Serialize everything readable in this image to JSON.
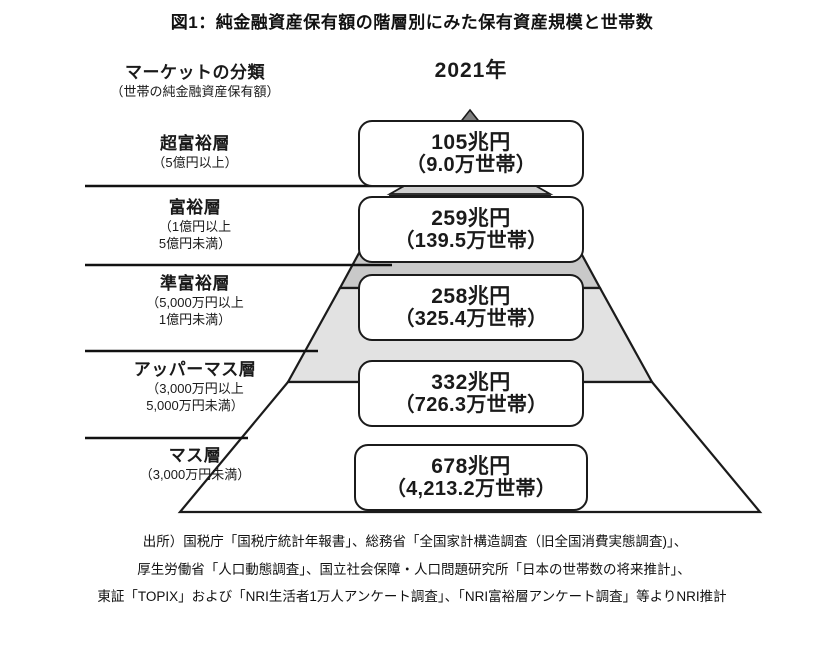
{
  "figure": {
    "title": "図1：純金融資産保有額の階層別にみた保有資産規模と世帯数",
    "year_caption": "2021年"
  },
  "legend": {
    "heading": "マーケットの分類",
    "subheading": "（世帯の純金融資産保有額）"
  },
  "colors": {
    "outline": "#1b1b1b",
    "tier_fill_dark": "#c9c9c9",
    "tier_fill_mid": "#e2e2e2",
    "tier_fill_light": "#ffffff",
    "apex_fill": "#808080",
    "band_fill": "#cfcfcf",
    "text": "#111111"
  },
  "chart_data": {
    "type": "pyramid",
    "title": "図1：純金融資産保有額の階層別にみた保有資産規模と世帯数",
    "year": "2021年",
    "unit_assets": "兆円",
    "unit_households": "万世帯",
    "tiers": [
      {
        "name": "超富裕層",
        "range": "（5億円以上）",
        "assets_label": "105兆円",
        "households_label": "（9.0万世帯）",
        "assets_value": 105,
        "households_value": 9.0
      },
      {
        "name": "富裕層",
        "range": "（1億円以上\n5億円未満）",
        "assets_label": "259兆円",
        "households_label": "（139.5万世帯）",
        "assets_value": 259,
        "households_value": 139.5
      },
      {
        "name": "準富裕層",
        "range": "（5,000万円以上\n1億円未満）",
        "assets_label": "258兆円",
        "households_label": "（325.4万世帯）",
        "assets_value": 258,
        "households_value": 325.4
      },
      {
        "name": "アッパーマス層",
        "range": "（3,000万円以上\n5,000万円未満）",
        "assets_label": "332兆円",
        "households_label": "（726.3万世帯）",
        "assets_value": 332,
        "households_value": 726.3
      },
      {
        "name": "マス層",
        "range": "（3,000万円未満）",
        "assets_label": "678兆円",
        "households_label": "（4,213.2万世帯）",
        "assets_value": 678,
        "households_value": 4213.2
      }
    ]
  },
  "source": {
    "line1": "出所）国税庁「国税庁統計年報書」、総務省「全国家計構造調査（旧全国消費実態調査)」、",
    "line2": "厚生労働省「人口動態調査」、国立社会保障・人口問題研究所「日本の世帯数の将来推計」、",
    "line3": "東証「TOPIX」および「NRI生活者1万人アンケート調査」、「NRI富裕層アンケート調査」等よりNRI推計"
  }
}
